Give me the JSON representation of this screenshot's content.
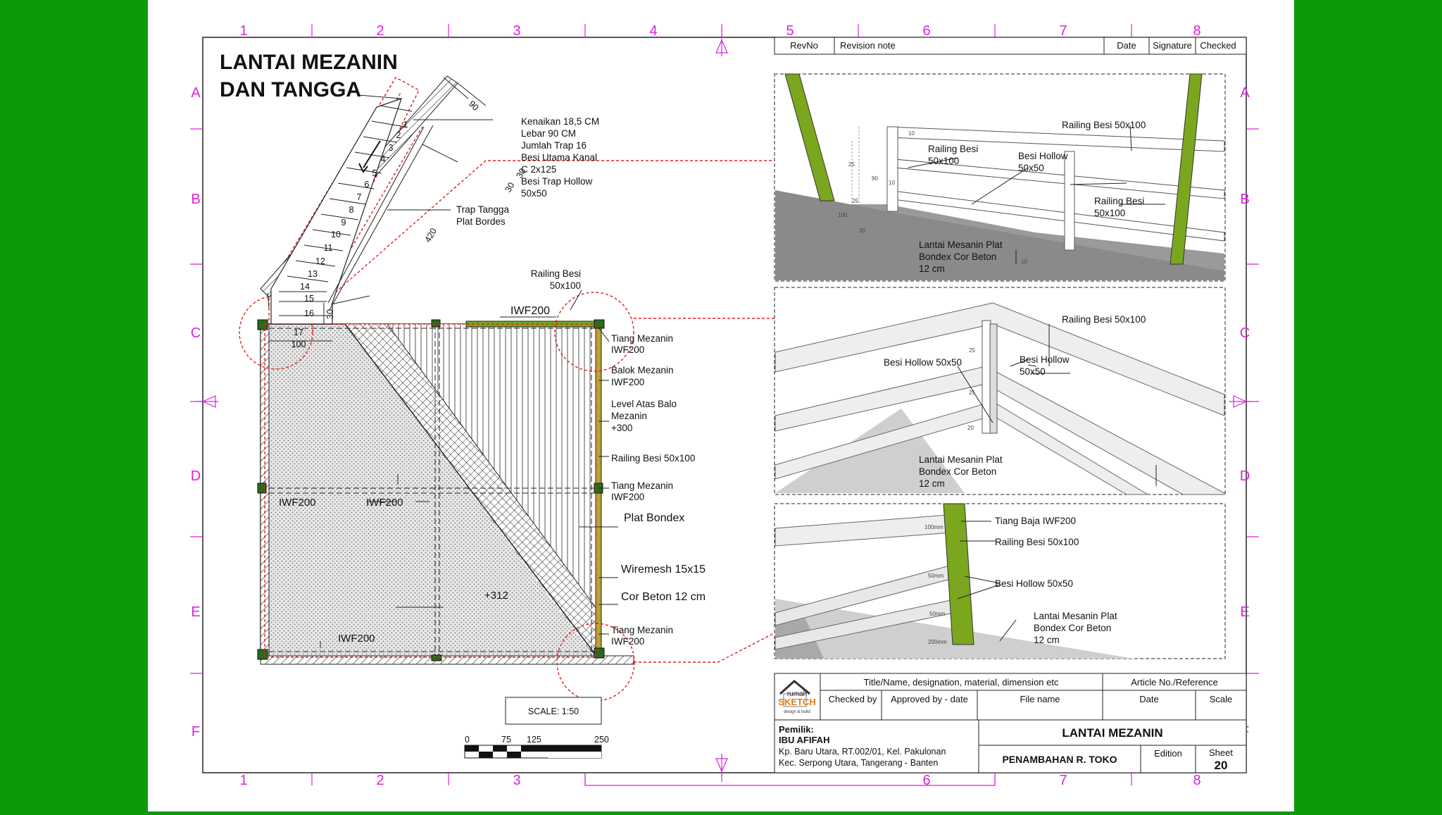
{
  "drawing": {
    "title_line1": "LANTAI MEZANIN",
    "title_line2": "DAN TANGGA",
    "grid_columns": [
      "1",
      "2",
      "3",
      "4",
      "5",
      "6",
      "7",
      "8"
    ],
    "grid_rows": [
      "A",
      "B",
      "C",
      "D",
      "E",
      "F"
    ],
    "stair_notes": [
      "Kenaikan 18,5 CM",
      "Lebar 90 CM",
      "Jumlah Trap 16",
      "Besi Utama Kanal",
      "C  2x125",
      "Besi Trap Hollow",
      "50x50"
    ],
    "stair_steps": [
      "1",
      "2",
      "3",
      "4",
      "5",
      "6",
      "7",
      "8",
      "9",
      "10",
      "11",
      "12",
      "13",
      "14",
      "15",
      "16"
    ],
    "stair_dims": {
      "width": "90",
      "length": "420",
      "tread_a": "30",
      "tread_b": "30",
      "landing_v": "30",
      "landing_a": "17",
      "landing_b": "100"
    },
    "trap_label_1": "Trap Tangga",
    "trap_label_2": "Plat Bordes",
    "plan_labels": {
      "railing_1": "Railing Besi",
      "railing_2": "50x100",
      "iwf_top": "IWF200",
      "tiang_1a": "Tiang Mezanin",
      "tiang_1b": "IWF200",
      "balok_a": "Balok Mezanin",
      "balok_b": "IWF200",
      "level_a": "Level Atas Balo",
      "level_b": "Mezanin",
      "level_c": "+300",
      "railing_right": "Railing Besi 50x100",
      "tiang_2a": "Tiang Mezanin",
      "tiang_2b": "IWF200",
      "plat_bondex": "Plat Bondex",
      "wiremesh": "Wiremesh 15x15",
      "cor_beton": "Cor Beton 12 cm",
      "tiang_3a": "Tiang Mezanin",
      "tiang_3b": "IWF200",
      "iwf_left": "IWF200",
      "iwf_mid": "IWF200",
      "iwf_bottom": "IWF200",
      "level_plus": "+312"
    },
    "scale_label": "SCALE:  1:50",
    "scale_ticks": [
      "0",
      "75",
      "125",
      "250"
    ]
  },
  "revision_header": {
    "rev_no": "RevNo",
    "note": "Revision note",
    "date": "Date",
    "signature": "Signature",
    "checked": "Checked"
  },
  "detail_1": {
    "railing_top": "Railing Besi 50x100",
    "railing_left_a": "Railing Besi",
    "railing_left_b": "50x100",
    "hollow_a": "Besi Hollow",
    "hollow_b": "50x50",
    "railing_right_a": "Railing Besi",
    "railing_right_b": "50x100",
    "lantai_a": "Lantai Mesanin Plat",
    "lantai_b": "Bondex Cor Beton",
    "lantai_c": "12 cm",
    "dims": [
      "10",
      "25",
      "90",
      "10",
      "25",
      "100",
      "20",
      "10"
    ]
  },
  "detail_2": {
    "railing_top": "Railing Besi 50x100",
    "hollow_left": "Besi Hollow 50x50",
    "hollow_right_a": "Besi Hollow",
    "hollow_right_b": "50x50",
    "lantai_a": "Lantai Mesanin Plat",
    "lantai_b": "Bondex Cor Beton",
    "lantai_c": "12 cm",
    "dims": [
      "25",
      "25",
      "20"
    ]
  },
  "detail_3": {
    "tiang": "Tiang Baja IWF200",
    "railing": "Railing Besi 50x100",
    "hollow": "Besi Hollow 50x50",
    "lantai_a": "Lantai Mesanin Plat",
    "lantai_b": "Bondex Cor Beton",
    "lantai_c": "12 cm",
    "dims": [
      "100mm",
      "50mm",
      "50mm",
      "200mm"
    ]
  },
  "title_block": {
    "logo_top": "rumah",
    "logo_main": "SKETCH",
    "logo_sub": "design & build",
    "col_title": "Title/Name, designation, material, dimension etc",
    "col_article": "Article No./Reference",
    "checked_by": "Checked by",
    "approved_by": "Approved by - date",
    "file_name": "File name",
    "date": "Date",
    "scale": "Scale",
    "owner_label": "Pemilik:",
    "owner_name": "IBU AFIFAH",
    "address_1": "Kp. Baru Utara, RT.002/01, Kel. Pakulonan",
    "address_2": "Kec. Serpong Utara, Tangerang - Banten",
    "drawing_title": "LANTAI MEZANIN",
    "project": "PENAMBAHAN R. TOKO",
    "edition": "Edition",
    "sheet_label": "Sheet",
    "sheet_no": "20"
  },
  "colors": {
    "grid": "#e020e0",
    "background": "#0a9a0a",
    "steel": "#7aa71e",
    "hidden_line": "#e02020"
  }
}
